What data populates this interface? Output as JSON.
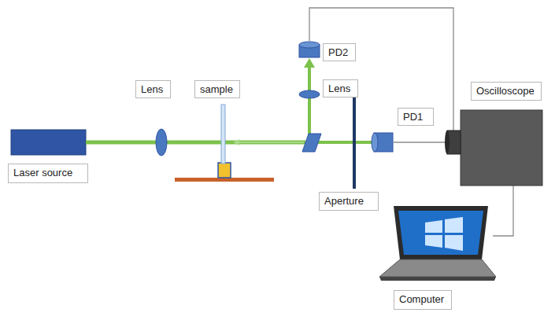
{
  "diagram": {
    "nodes": [
      {
        "text": [
          "Laser source"
        ]
      },
      {
        "text": [
          "Lens"
        ]
      },
      {
        "text": [
          "sample"
        ]
      },
      {
        "text": [
          "PD2"
        ]
      },
      {
        "text": [
          "Lens"
        ]
      },
      {
        "text": [
          "PD1"
        ]
      },
      {
        "text": [
          "Oscilloscope"
        ]
      },
      {
        "text": [
          "Aperture"
        ]
      },
      {
        "text": [
          "Computer"
        ]
      }
    ]
  }
}
